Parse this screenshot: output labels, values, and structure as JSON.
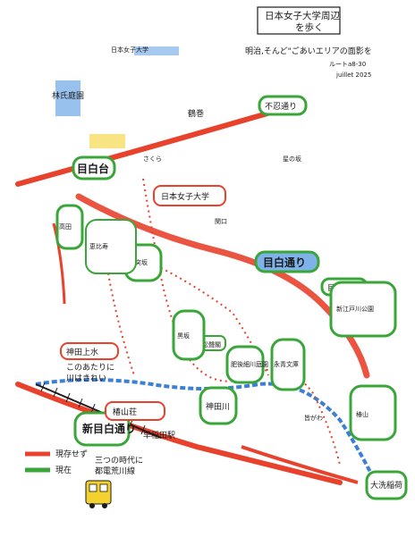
{
  "title": {
    "line1": "日本女子大学周辺",
    "line2": "を歩く",
    "line3": "明治,そんど\"ごあいエリアの面影を",
    "line4": "ルートa8-30",
    "line5": "juillet 2025"
  },
  "legend": {
    "old_line_label": "現存せず",
    "current_line_label": "現在",
    "old_line_color": "#e8412c",
    "current_line_color": "#3aa63a"
  },
  "colors": {
    "road_old": "#e8412c",
    "route_dotted": "#e8412c",
    "river": "#3b7fd6",
    "highlight_green": "#3aa63a",
    "highlight_yellow": "#f3d230",
    "highlight_blue": "#7fb2e8",
    "ink": "#1a1a1a"
  },
  "labels": {
    "fudo_dori": "不忍通り",
    "mejirodai": "目白台",
    "nihon_joshi_daigaku": "日本女子大学",
    "mejiro_dori": "目白通り",
    "mejiro_dori_2": "目白通",
    "mejiro_dori_3": "新目白通り",
    "kanda_river": "神田川",
    "kanda_jousui": "神田上水",
    "chin_zan_so": "椿山荘",
    "waseda": "早稲田",
    "sakura": "さくら",
    "hosokawa_teien": "肥後細川庭園",
    "matsuseki": "松聲閣",
    "eisei_bunko": "永青文庫",
    "mitsu_dai": "胸突坂",
    "shin_edogawa": "新江戸川公園",
    "takada": "高田",
    "ebisu": "恵比寿",
    "daisen_hime": "大洗稲荷",
    "nihon_joshi_sub": "日本女子大学",
    "hayashi": "林氏庭園",
    "tsukiji": "鶴巻",
    "hoshi": "星の坂",
    "tsubaki": "椿山",
    "sekiguchi": "関口",
    "kurobei": "黒坂",
    "minagawa": "皆がわ",
    "note_old": "このあたりに",
    "note_old2": "川はきれい",
    "note_trip": "三つの時代に",
    "note_trip2": "都電荒川線",
    "note_trip3": "早稲田駅",
    "station": "早稲田駅",
    "station_label": "早稲田"
  }
}
